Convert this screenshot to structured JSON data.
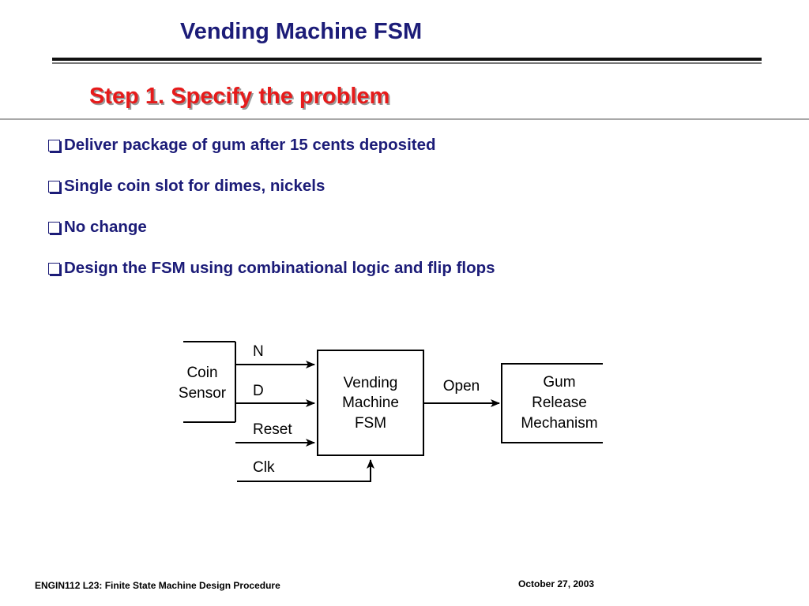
{
  "title": "Vending Machine FSM",
  "step_title": "Step 1. Specify the problem",
  "bullets": [
    "Deliver package of gum after 15 cents deposited",
    "Single coin slot for dimes, nickels",
    "No change",
    "Design the FSM using combinational logic and flip flops"
  ],
  "diagram": {
    "coin_sensor": [
      "Coin",
      "Sensor"
    ],
    "signal_n": "N",
    "signal_d": "D",
    "signal_reset": "Reset",
    "signal_clk": "Clk",
    "fsm_box": [
      "Vending",
      "Machine",
      "FSM"
    ],
    "signal_open": "Open",
    "gum_box": [
      "Gum",
      "Release",
      "Mechanism"
    ]
  },
  "footer": {
    "course": "ENGIN112  L23: Finite State Machine Design Procedure",
    "date": "October 27, 2003"
  }
}
